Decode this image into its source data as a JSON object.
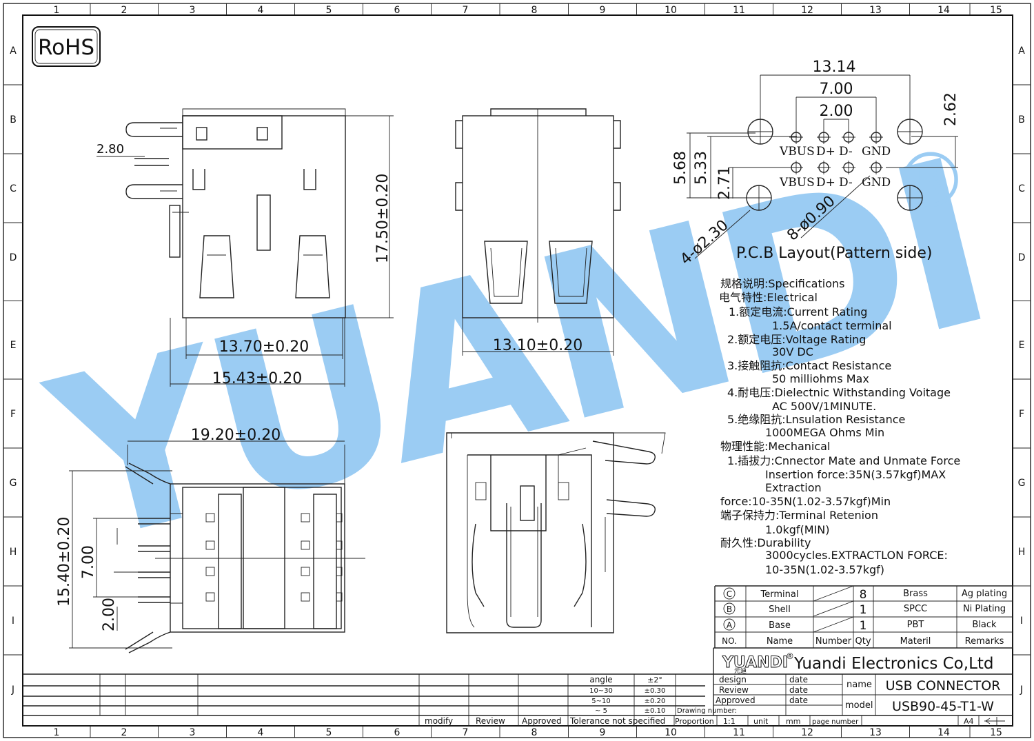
{
  "border_top_numbers": [
    "1",
    "2",
    "3",
    "4",
    "5",
    "6",
    "7",
    "8",
    "9",
    "10",
    "11",
    "12",
    "13",
    "14",
    "15"
  ],
  "border_side_letters": [
    "A",
    "B",
    "C",
    "D",
    "E",
    "F",
    "G",
    "H",
    "I",
    "J"
  ],
  "rohs": "RoHS",
  "watermark": {
    "text": "YUANDI",
    "reg": "®"
  },
  "dims": {
    "side_2_80": "2.80",
    "side_height": "17.50±0.20",
    "side_w1": "13.70±0.20",
    "side_w2": "15.43±0.20",
    "front_w": "13.10±0.20",
    "bottom_w": "19.20±0.20",
    "bottom_h": "15.40±0.20",
    "bottom_7": "7.00",
    "bottom_2": "2.00"
  },
  "pcb": {
    "d_13_14": "13.14",
    "d_7": "7.00",
    "d_2": "2.00",
    "d_2_62": "2.62",
    "d_5_68": "5.68",
    "d_5_33": "5.33",
    "d_2_71": "2.71",
    "hole_big": "4-ø2.30",
    "hole_small": "8-ø0.90",
    "pins_row1": [
      "VBUS",
      "D+",
      "D-",
      "GND"
    ],
    "pins_row2": [
      "VBUS",
      "D+",
      "D-",
      "GND"
    ],
    "title": "P.C.B  Layout(Pattern  side)"
  },
  "specs": [
    "规格说明:Specifications",
    "电气特性:Electrical",
    "1.额定电流:Current  Rating",
    "1.5A/contact  terminal",
    "2.额定电压:Voltage  Rating",
    "30V  DC",
    "3.接触阻抗:Contact  Resistance",
    "50  milliohms  Max",
    "4.耐电压:Dielectnic  Withstanding  Voitage",
    "AC  500V/1MINUTE.",
    "5.绝缘阻抗:Lnsulation  Resistance",
    "1000MEGA  Ohms  Min",
    "物理性能:Mechanical",
    "1.插拔力:Cnnector  Mate  and  Unmate  Force",
    "Insertion  force:35N(3.57kgf)MAX",
    "Extraction",
    "force:10-35N(1.02-3.57kgf)Min",
    "端子保持力:Terminal  Retenion",
    "1.0kgf(MIN)",
    "耐久性:Durability",
    "3000cycles.EXTRACTLON  FORCE:",
    "10-35N(1.02-3.57kgf)"
  ],
  "bom": {
    "rows": [
      {
        "mark": "C",
        "name": "Terminal",
        "number": "",
        "qty": "8",
        "material": "Brass",
        "remarks": "Ag  plating"
      },
      {
        "mark": "B",
        "name": "Shell",
        "number": "",
        "qty": "1",
        "material": "SPCC",
        "remarks": "Ni  Plating"
      },
      {
        "mark": "A",
        "name": "Base",
        "number": "",
        "qty": "1",
        "material": "PBT",
        "remarks": "Black"
      }
    ],
    "header": {
      "no": "NO.",
      "name": "Name",
      "number": "Number",
      "qty": "Qty",
      "material": "Materil",
      "remarks": "Remarks"
    }
  },
  "title_block": {
    "logo": "YUANDI",
    "logo_cn": "元迪",
    "company": "Yuandi  Electronics  Co,Ltd",
    "design": "design",
    "review": "Review",
    "approved": "Approved",
    "date": "date",
    "name_label": "name",
    "name_value": "USB  CONNECTOR",
    "model_label": "model",
    "model_value": "USB90-45-T1-W",
    "drawing_number": "Drawing  number:",
    "proportion": "Proportion",
    "scale": "1:1",
    "unit": "unit",
    "unit_value": "mm",
    "page_number": "page  number",
    "paper": "A4",
    "angle": "angle",
    "angle_tol": "±2°",
    "r1": "10~30",
    "r1_tol": "±0.30",
    "r2": "5~10",
    "r2_tol": "±0.20",
    "r3": "~  5",
    "r3_tol": "±0.10",
    "modify": "modify",
    "review2": "Review",
    "approved2": "Approved",
    "tolerance": "Tolerance  not  specified"
  }
}
